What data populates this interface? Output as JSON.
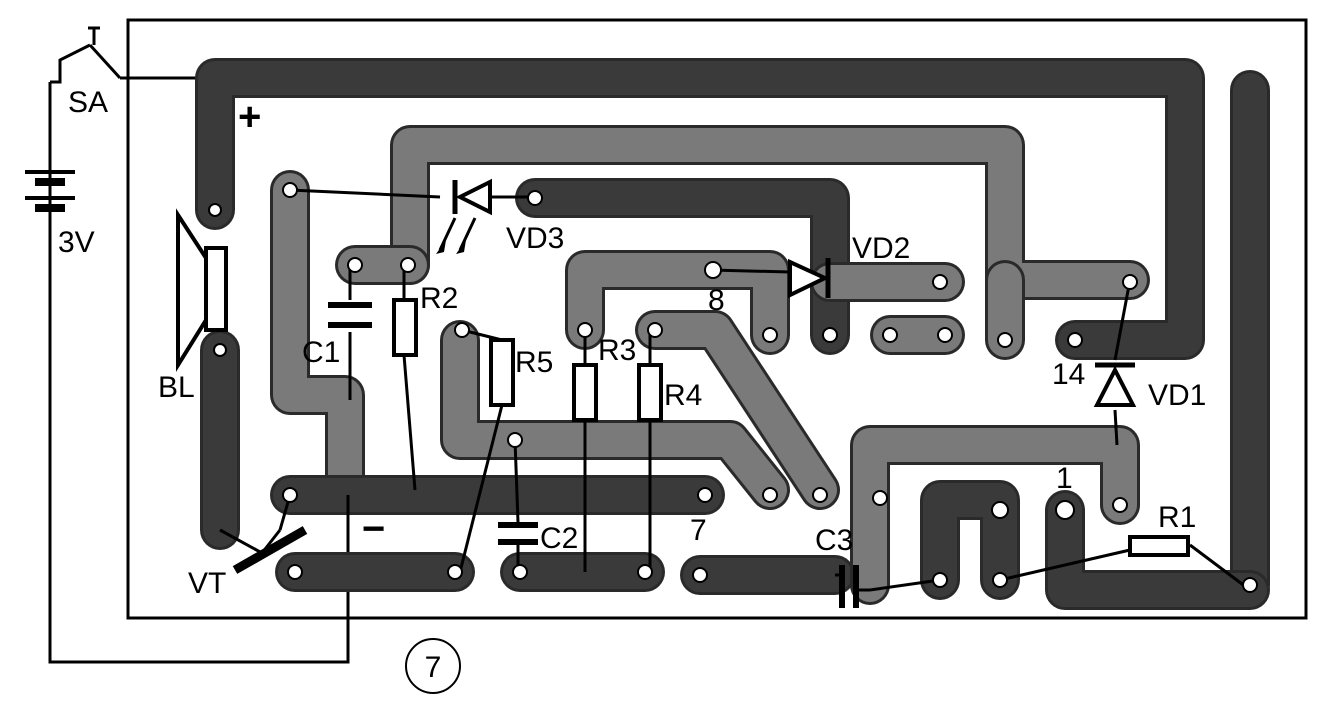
{
  "labels": {
    "sa": "SA",
    "voltage": "3V",
    "plus": "+",
    "minus": "−",
    "bl": "BL",
    "vt": "VT",
    "c1": "C1",
    "c2": "C2",
    "c3": "C3",
    "r1": "R1",
    "r2": "R2",
    "r3": "R3",
    "r4": "R4",
    "r5": "R5",
    "vd1": "VD1",
    "vd2": "VD2",
    "vd3": "VD3",
    "pin8": "8",
    "pin14": "14",
    "pin1": "1",
    "pin7": "7",
    "figure_number": "7"
  }
}
